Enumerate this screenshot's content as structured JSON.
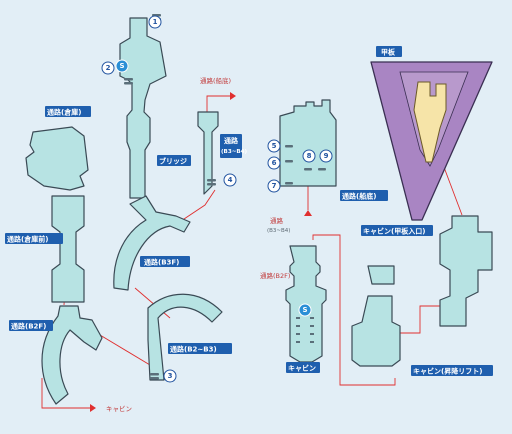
{
  "labels": {
    "bridge": "ブリッジ",
    "passage_warehouse": "通路(倉庫)",
    "passage_warehouse_front": "通路(倉庫前)",
    "passage_b2f": "通路(B2F)",
    "passage_b3f": "通路(B3F)",
    "passage_b2_b3": "通路(B2~B3)",
    "passage_b3_b4_title": "通路",
    "passage_b3_b4_sub": "(B3~B4)",
    "passage_hold": "通路(船底)",
    "deck": "甲板",
    "cabin_deck_entrance": "キャビン(甲板入口)",
    "cabin_lift": "キャビン(昇降リフト)",
    "cabin": "キャビン"
  },
  "tags": {
    "to_hold": "通路(船底)",
    "passage_b3_b4_title": "通路",
    "passage_b3_b4_sub": "(B3~B4)",
    "to_b2f": "通路(B2F)",
    "to_cabin": "キャビン"
  },
  "markers": {
    "n1": "1",
    "n2": "2",
    "n3": "3",
    "n4": "4",
    "n5": "5",
    "n6": "6",
    "n7": "7",
    "n8": "8",
    "n9": "9",
    "save": "S"
  },
  "colors": {
    "room": "#b7e3e3",
    "deck": "#a985c3",
    "route": "#e02f2f",
    "label": "#1f5fae",
    "background": "#e2eef6"
  }
}
